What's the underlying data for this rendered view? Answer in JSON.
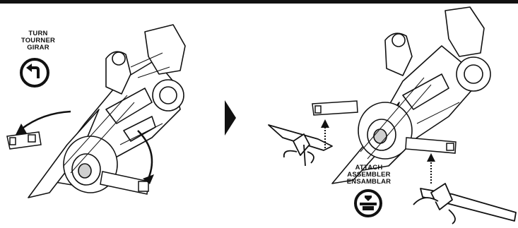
{
  "turn_callout": {
    "line1": "TURN",
    "line2": "TOURNER",
    "line3": "GIRAR",
    "icon": "turn-arrow-icon"
  },
  "attach_callout": {
    "line1": "ATTACH",
    "line2": "ASSEMBLER",
    "line3": "ENSAMBLAR",
    "icon": "attach-press-icon"
  },
  "step_indicator": {
    "icon": "step-arrow-right-icon"
  },
  "colors": {
    "ink": "#111111",
    "paper": "#ffffff",
    "shade": "#cfcfcf"
  }
}
